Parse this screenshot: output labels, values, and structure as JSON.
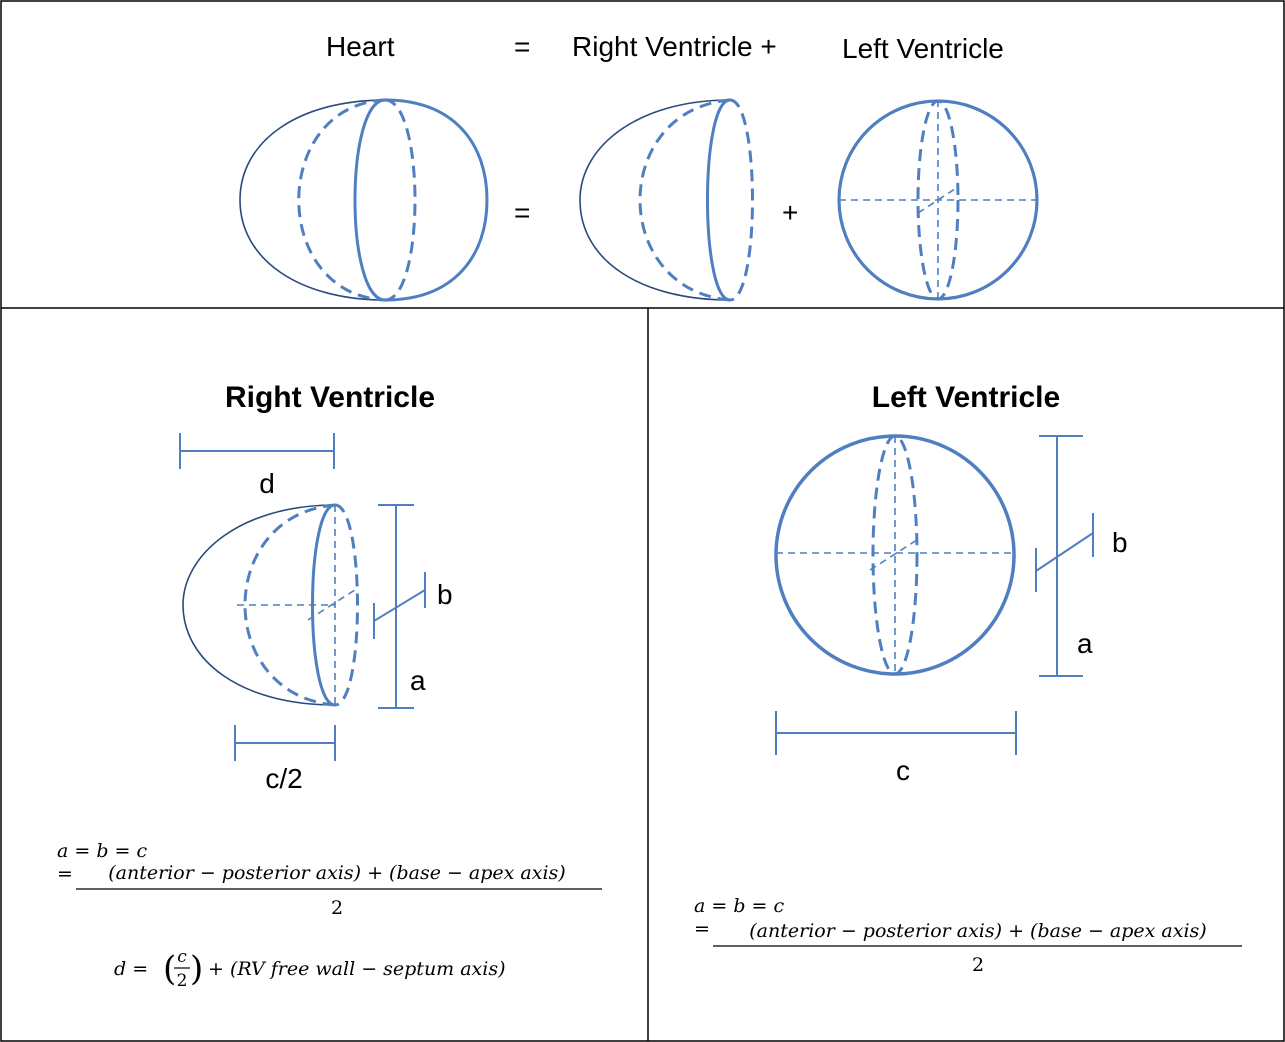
{
  "top": {
    "label_heart": "Heart",
    "label_eq": "=",
    "label_rv": "Right Ventricle +",
    "label_lv": "Left Ventricle",
    "op_equals": "=",
    "op_plus": "+"
  },
  "rv_panel": {
    "title": "Right Ventricle",
    "label_d": "d",
    "label_b": "b",
    "label_a": "a",
    "label_c2": "c/2",
    "eq1_line1": "a = b = c",
    "eq1_eq": "=",
    "eq1_numer": "(anterior − posterior axis) + (base − apex axis)",
    "eq1_denom": "2",
    "eq2_lhs": "d =",
    "eq2_frac_num": "c",
    "eq2_frac_den": "2",
    "eq2_rhs": "+ (RV free wall − septum axis)"
  },
  "lv_panel": {
    "title": "Left Ventricle",
    "label_b": "b",
    "label_a": "a",
    "label_c": "c",
    "eq1_line1": "a = b = c",
    "eq1_eq": "=",
    "eq1_numer": "(anterior − posterior axis) + (base − apex axis)",
    "eq1_denom": "2"
  },
  "colors": {
    "shape_blue": "#4f7fc0",
    "outline_navy": "#2a4a7a",
    "border": "#000000"
  }
}
